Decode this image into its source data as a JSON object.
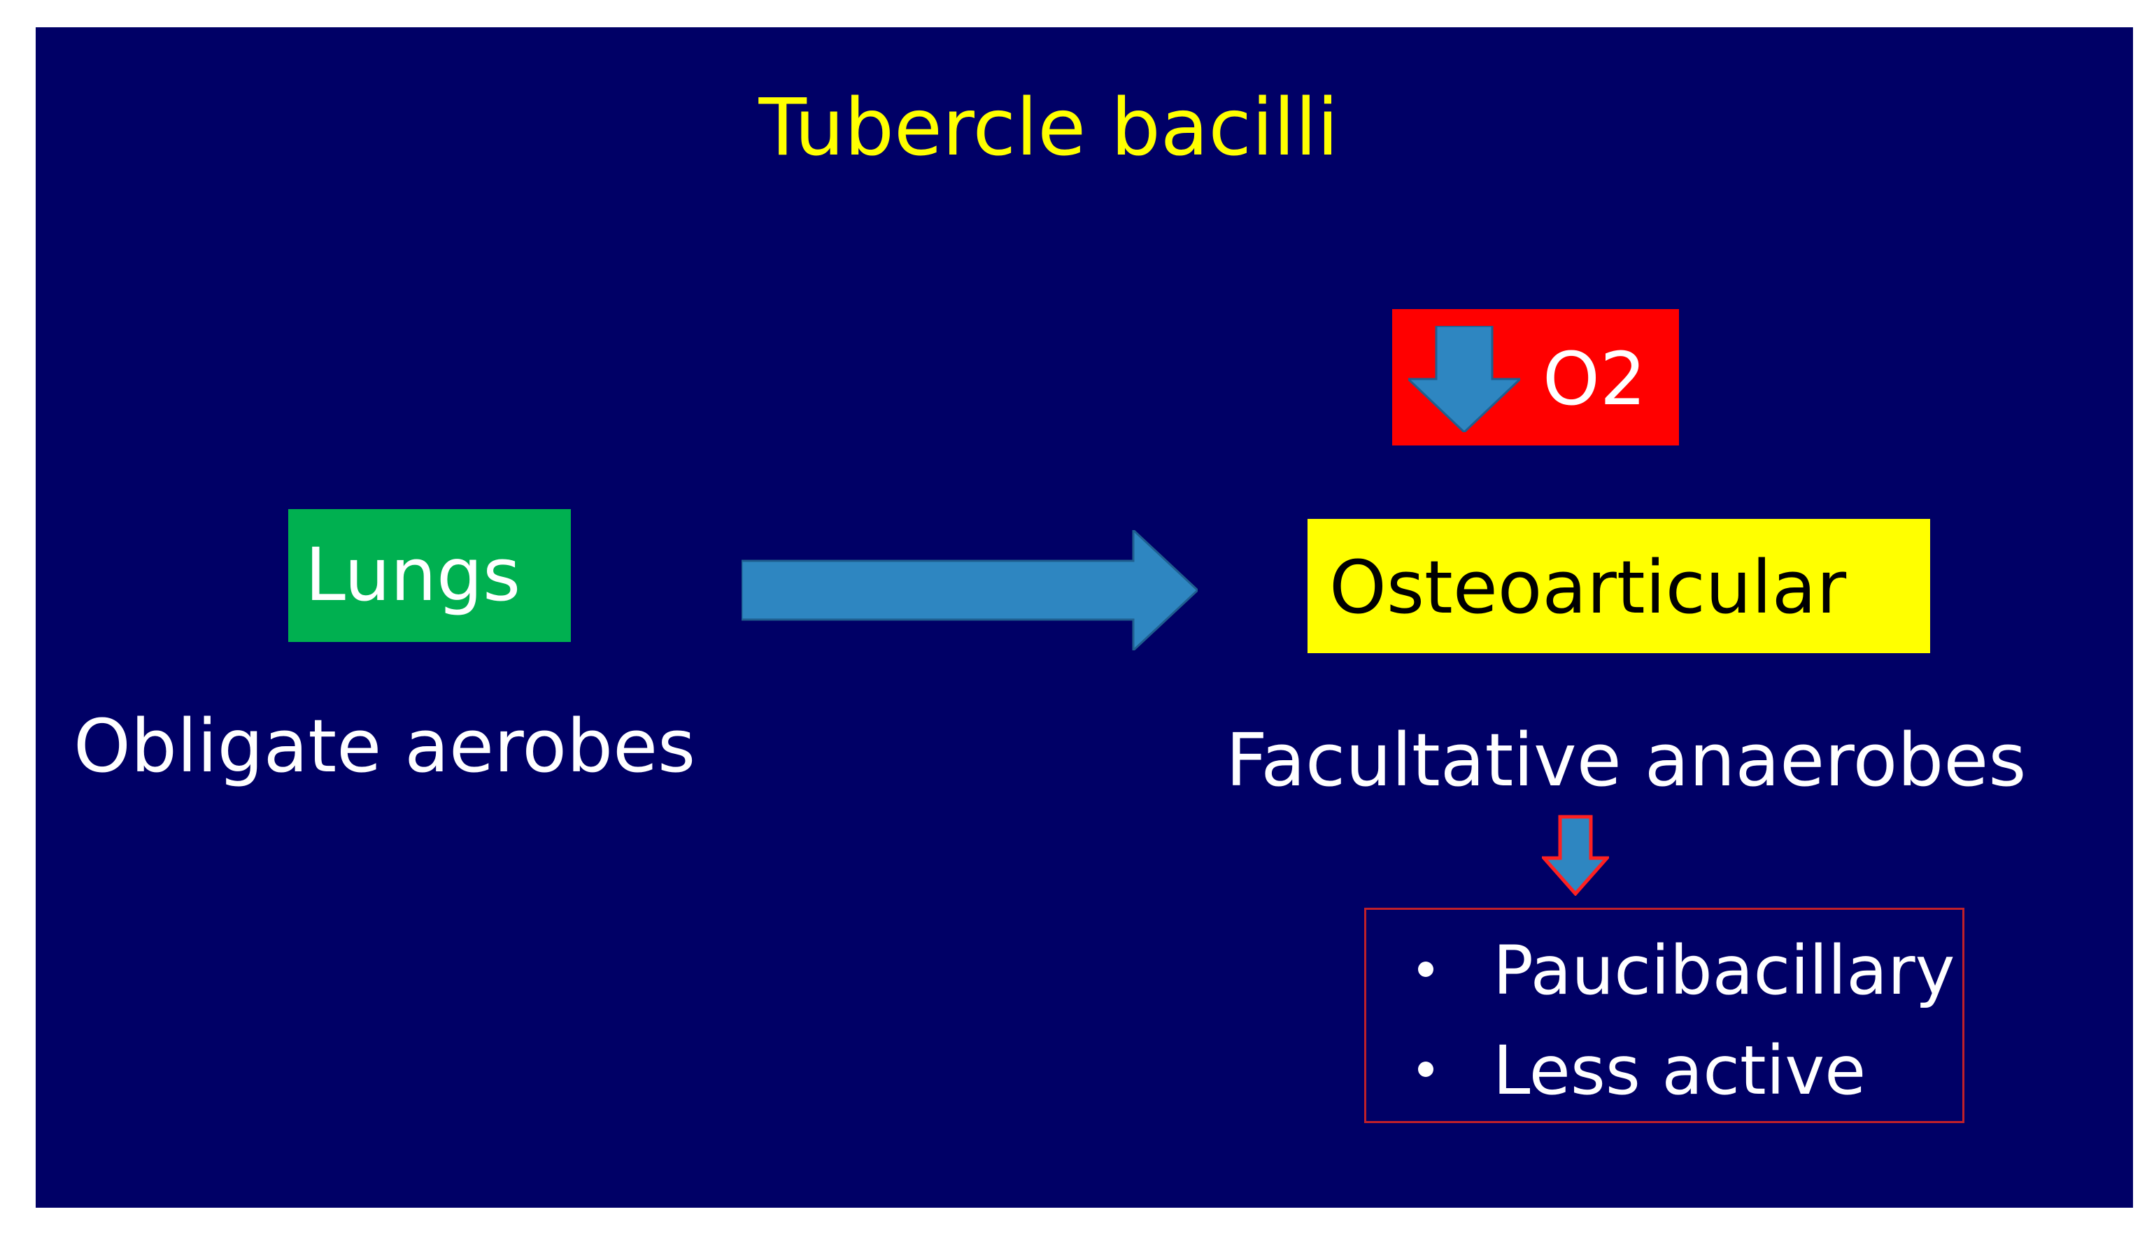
{
  "title": "Tubercle bacilli",
  "oxygen": {
    "label": "O2",
    "arrow_icon": "down-arrow-icon",
    "box_color": "#ff0000"
  },
  "lungs": {
    "label": "Lungs",
    "box_color": "#00b050",
    "description": "Obligate aerobes"
  },
  "transition_arrow_icon": "right-arrow-icon",
  "osteoarticular": {
    "label": "Osteoarticular",
    "box_color": "#ffff00",
    "description": "Facultative anaerobes"
  },
  "consequences": {
    "arrow_icon": "down-arrow-icon",
    "items": [
      "Paucibacillary",
      "Less active"
    ]
  },
  "colors": {
    "background": "#000066",
    "title": "#ffff00",
    "arrow": "#2e86c1",
    "list_border": "#c0202a"
  }
}
